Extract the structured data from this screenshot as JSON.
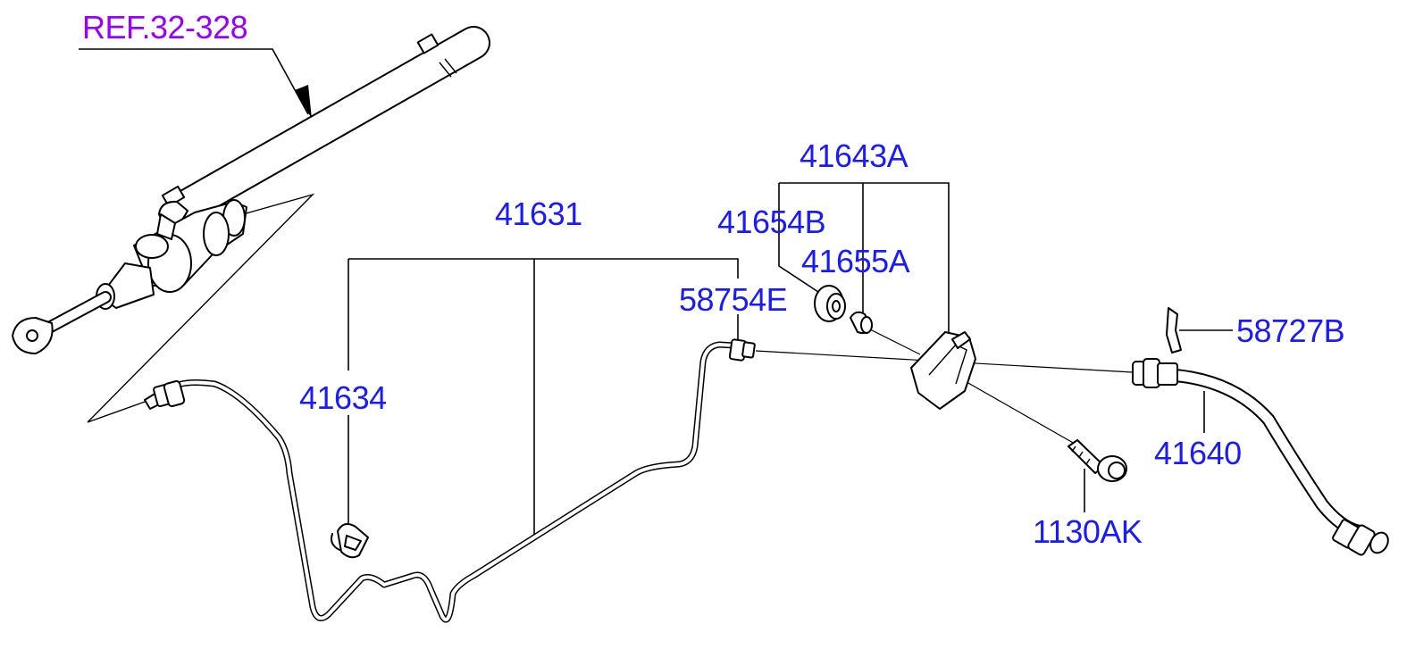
{
  "colors": {
    "ref_label": "#9900ff",
    "part_label": "#1a1aff",
    "line": "#000000",
    "background": "#ffffff"
  },
  "reference": {
    "label": "REF.32-328"
  },
  "parts": {
    "p41643A": "41643A",
    "p41631": "41631",
    "p41654B": "41654B",
    "p41655A": "41655A",
    "p58754E": "58754E",
    "p58727B": "58727B",
    "p41634": "41634",
    "p41640": "41640",
    "p1130AK": "1130AK"
  }
}
